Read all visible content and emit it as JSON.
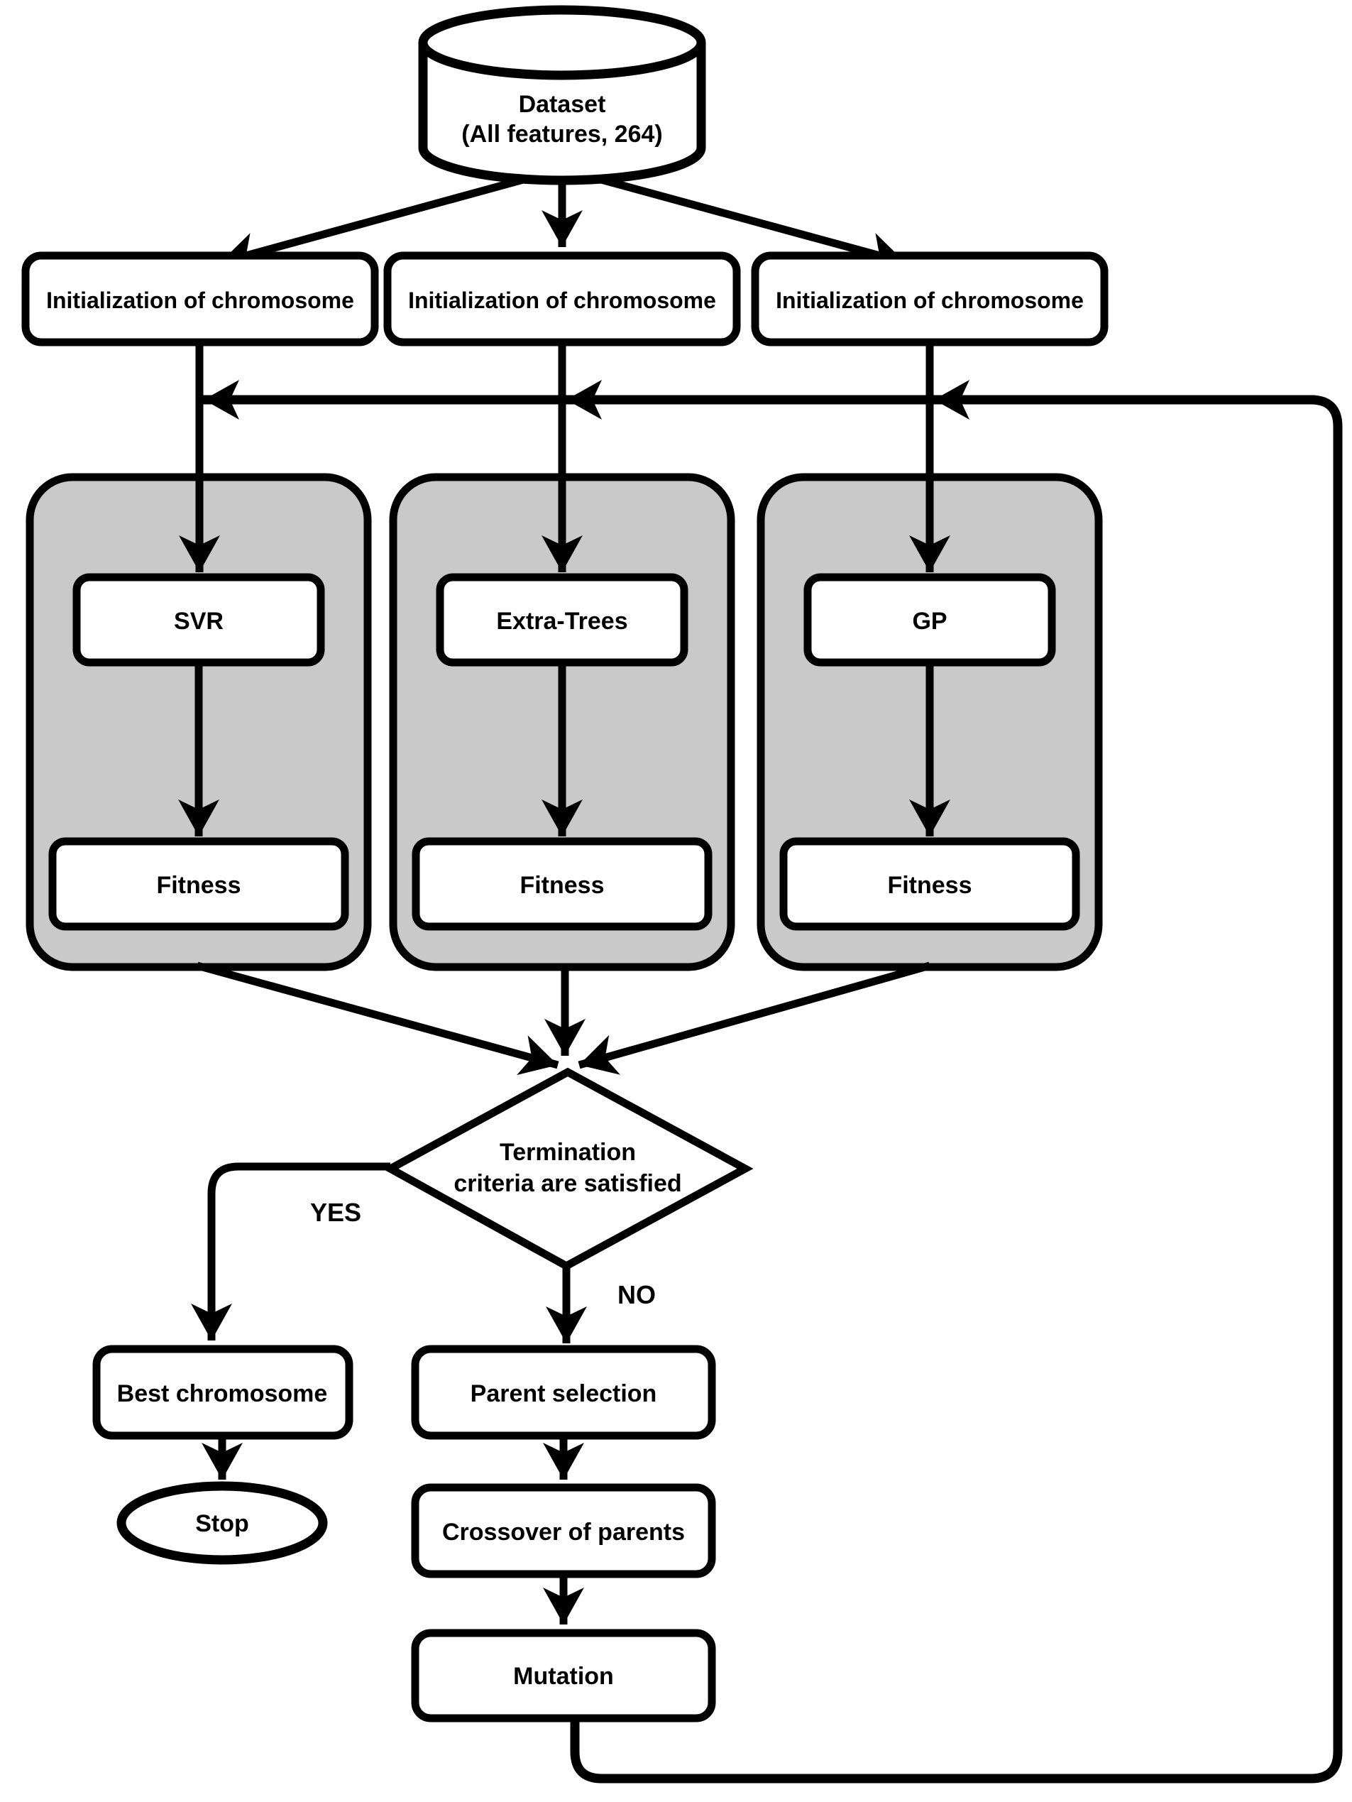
{
  "nodes": {
    "dataset": {
      "line1": "Dataset",
      "line2": "(All features, 264)"
    },
    "init": [
      "Initialization of chromosome",
      "Initialization of chromosome",
      "Initialization of chromosome"
    ],
    "models": [
      "SVR",
      "Extra-Trees",
      "GP"
    ],
    "fitness_labels": [
      "Fitness",
      "Fitness",
      "Fitness"
    ],
    "decision": {
      "line1": "Termination",
      "line2": "criteria are satisfied"
    },
    "yes_label": "YES",
    "no_label": "NO",
    "best": "Best chromosome",
    "stop": "Stop",
    "parent": "Parent selection",
    "crossover": "Crossover of parents",
    "mutation": "Mutation"
  },
  "colors": {
    "line": "#000000",
    "container_fill": "#c9c9c9",
    "shape_fill": "#ffffff",
    "background": "#ffffff"
  }
}
